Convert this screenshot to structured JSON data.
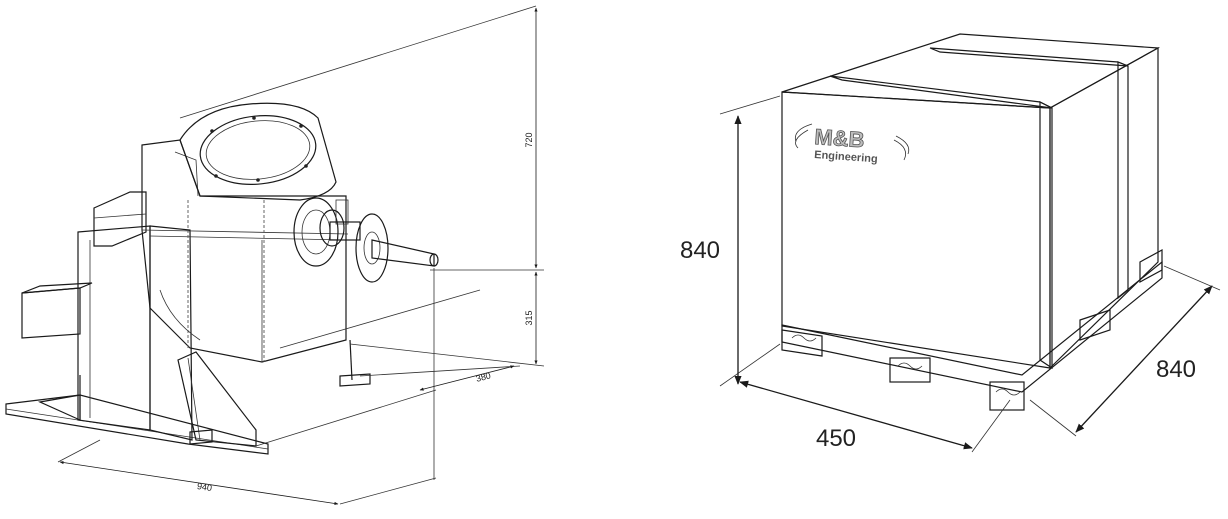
{
  "machine_dimensions": {
    "height_upper": "720",
    "height_lower": "315",
    "depth": "380",
    "width": "940"
  },
  "package_dimensions": {
    "height": "840",
    "width": "450",
    "depth": "840"
  },
  "logo": {
    "brand_mark": "M&B",
    "brand_name": "Engineering"
  },
  "colors": {
    "line": "#1a1a1a",
    "box_face": "#e3e3e3",
    "box_top": "#eeeeee",
    "box_side": "#d6d6d6",
    "pallet": "#c8c8c8"
  }
}
